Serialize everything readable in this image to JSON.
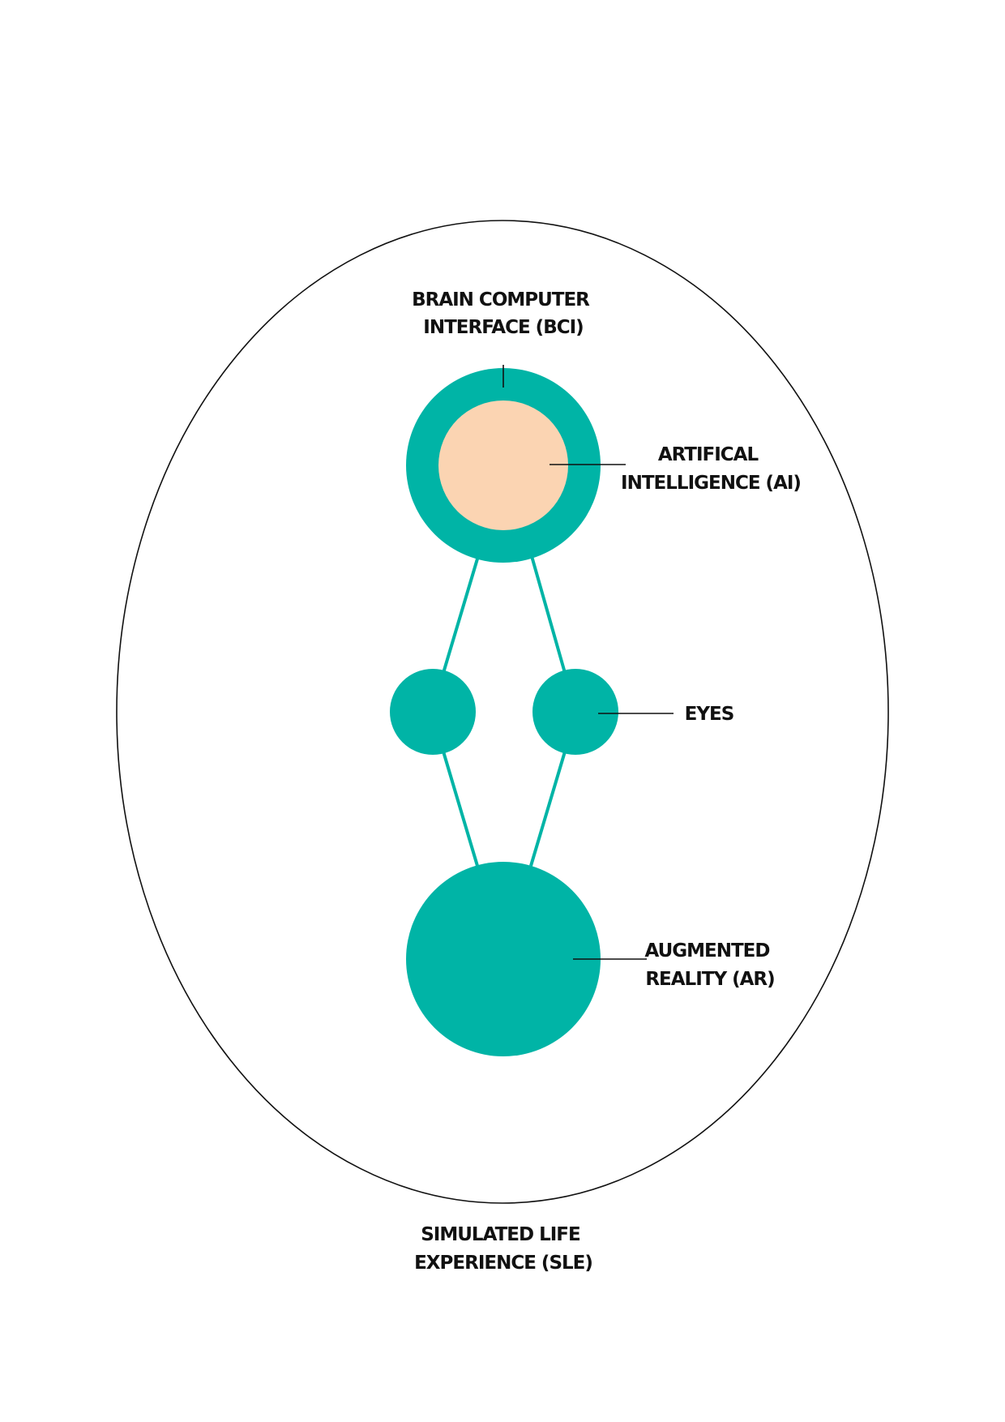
{
  "colors": {
    "teal": "#00B4A6",
    "peach": "#FBD4B2",
    "outline": "#111111",
    "leader": "#111111",
    "background": "#FFFFFF"
  },
  "labels": {
    "bci": {
      "line1": "BRAIN COMPUTER",
      "line2": "INTERFACE (BCI)"
    },
    "ai": {
      "line1": "ARTIFICAL",
      "line2": "INTELLIGENCE (AI)"
    },
    "eyes": {
      "line1": "EYES"
    },
    "ar": {
      "line1": "AUGMENTED",
      "line2": "REALITY (AR)"
    },
    "sle": {
      "line1": "SIMULATED LIFE",
      "line2": "EXPERIENCE (SLE)"
    }
  }
}
